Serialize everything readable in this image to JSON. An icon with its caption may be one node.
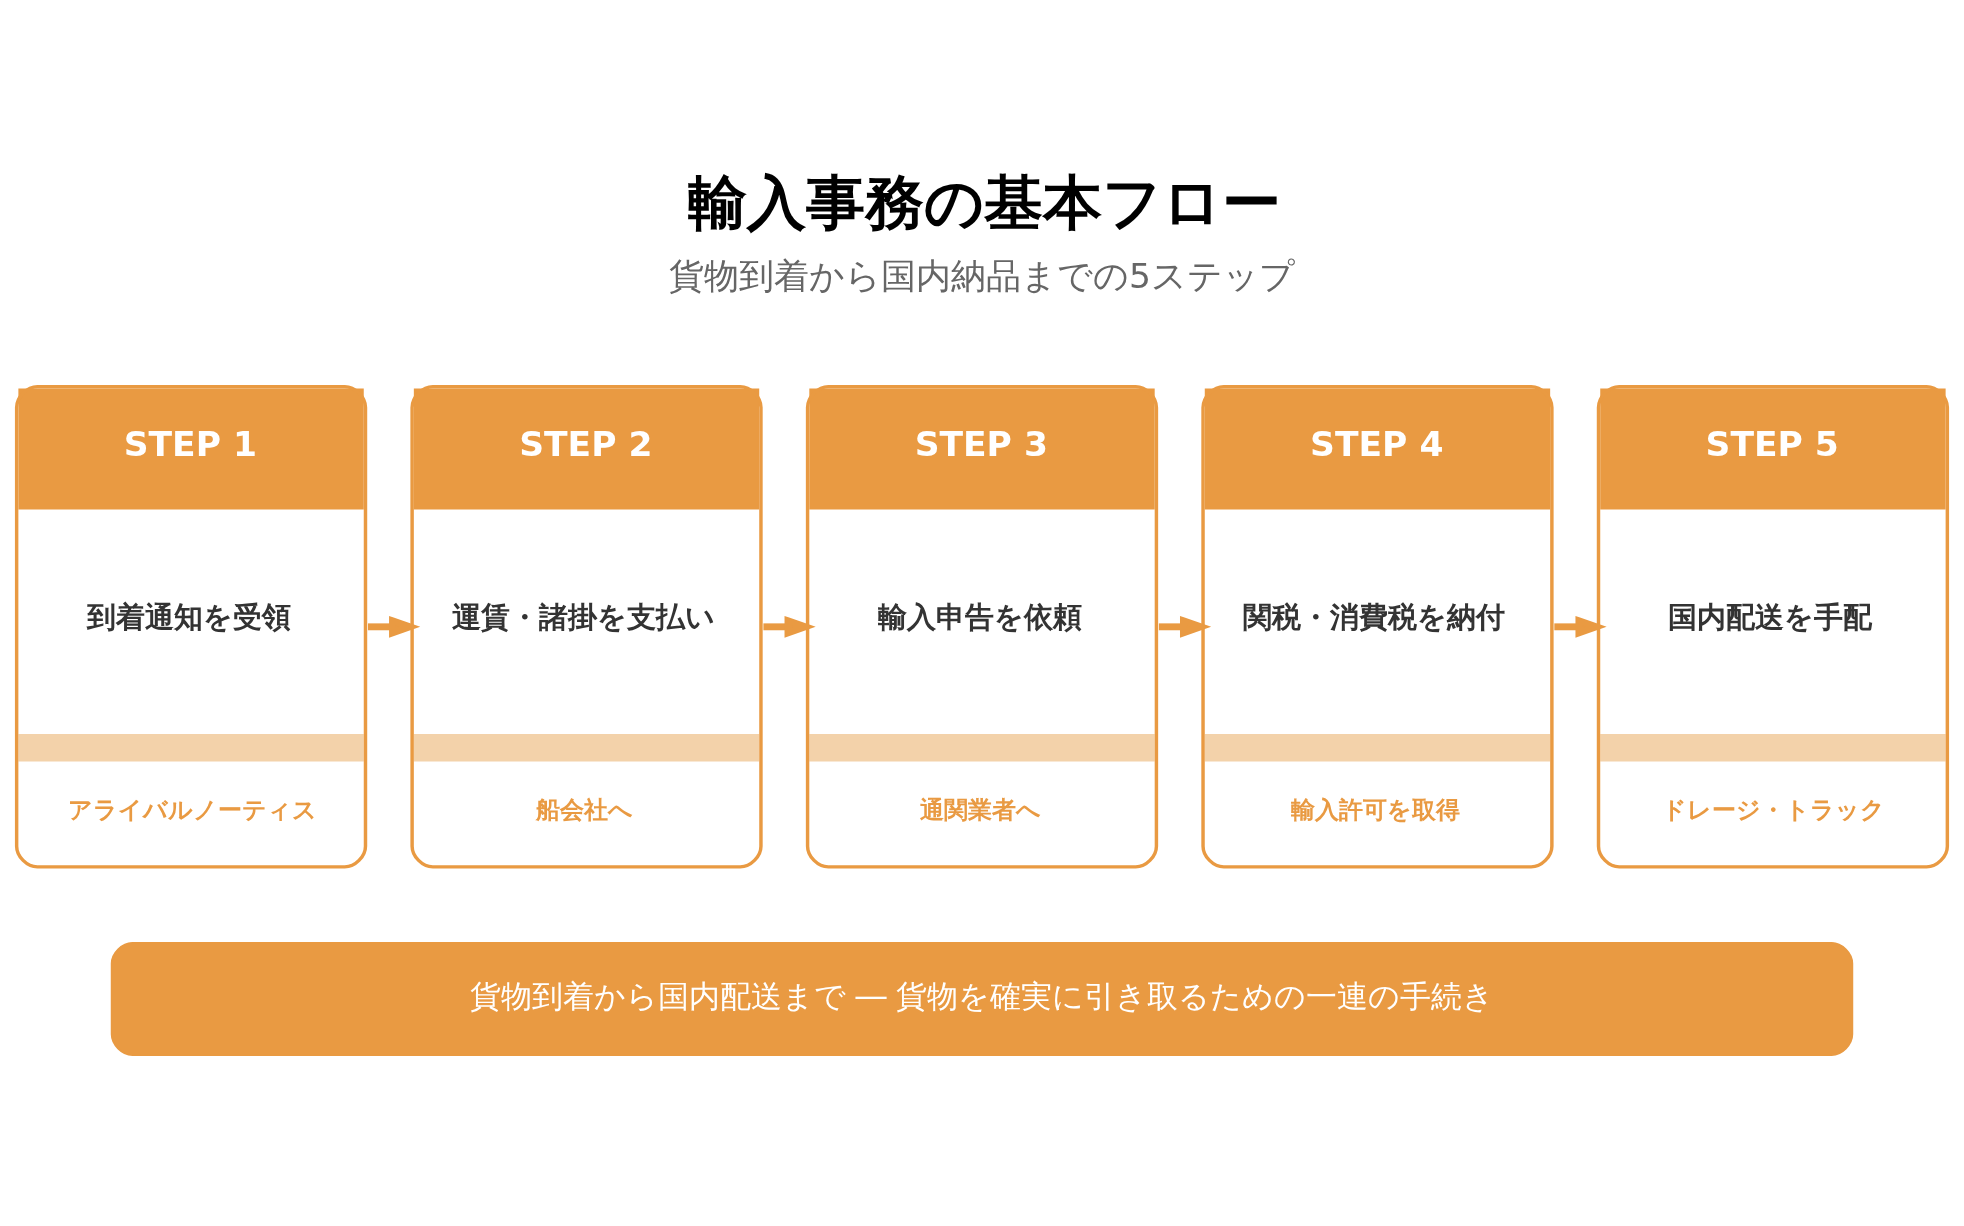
{
  "diagram": {
    "title": "輸入事務の基本フロー",
    "nodes": [
      {
        "text": [
          "STEP 1",
          "到着通知を受領",
          "アライバルノーティス"
        ]
      },
      {
        "text": [
          "STEP 2",
          "運賃・諸掛を支払い",
          "船会社へ"
        ]
      },
      {
        "text": [
          "STEP 3",
          "輸入申告を依頼",
          "通関業者へ"
        ]
      },
      {
        "text": [
          "STEP 4",
          "関税・消費税を納付",
          "輸入許可を取得"
        ]
      },
      {
        "text": [
          "STEP 5",
          "国内配送を手配",
          "ドレージ・トラック"
        ]
      },
      {
        "text": [
          "貨物到着から国内配送まで ― 貨物を確実に引き取るための一連の手続き"
        ]
      }
    ],
    "edges": [
      {
        "from": 0,
        "to": 1,
        "arrow": "to"
      },
      {
        "from": 1,
        "to": 2,
        "arrow": "to"
      },
      {
        "from": 2,
        "to": 3,
        "arrow": "to"
      },
      {
        "from": 3,
        "to": 4,
        "arrow": "to"
      }
    ],
    "labels": [
      "貨物到着から国内納品までの5ステップ"
    ]
  }
}
